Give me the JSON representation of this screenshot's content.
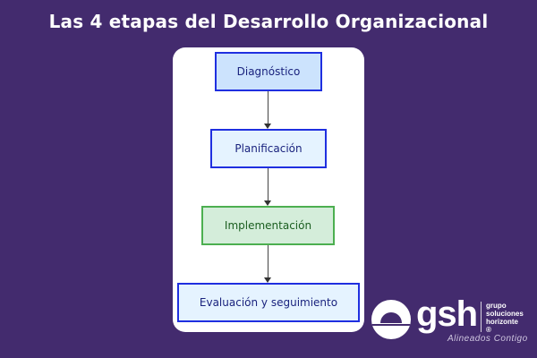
{
  "title": "Las 4 etapas del Desarrollo Organizacional",
  "diagram": {
    "type": "flowchart-vertical",
    "nodes": [
      {
        "id": "diagnostico",
        "label": "Diagnóstico",
        "fill": "#CCE3FD",
        "stroke": "#1F2FE0"
      },
      {
        "id": "planificacion",
        "label": "Planificación",
        "fill": "#E5F3FF",
        "stroke": "#1F2FE0"
      },
      {
        "id": "implementacion",
        "label": "Implementación",
        "fill": "#D4EDDA",
        "stroke": "#4CAF50"
      },
      {
        "id": "evaluacion",
        "label": "Evaluación y seguimiento",
        "fill": "#E5F3FF",
        "stroke": "#1F2FE0"
      }
    ],
    "edges": [
      {
        "from": "diagnostico",
        "to": "planificacion"
      },
      {
        "from": "planificacion",
        "to": "implementacion"
      },
      {
        "from": "implementacion",
        "to": "evaluacion"
      }
    ]
  },
  "logo": {
    "brand": "gsh",
    "subtitle_lines": [
      "grupo",
      "soluciones",
      "horizonte ®"
    ],
    "tagline": "Alineados Contigo"
  },
  "colors": {
    "background": "#432B6E",
    "card": "#FFFFFF"
  }
}
